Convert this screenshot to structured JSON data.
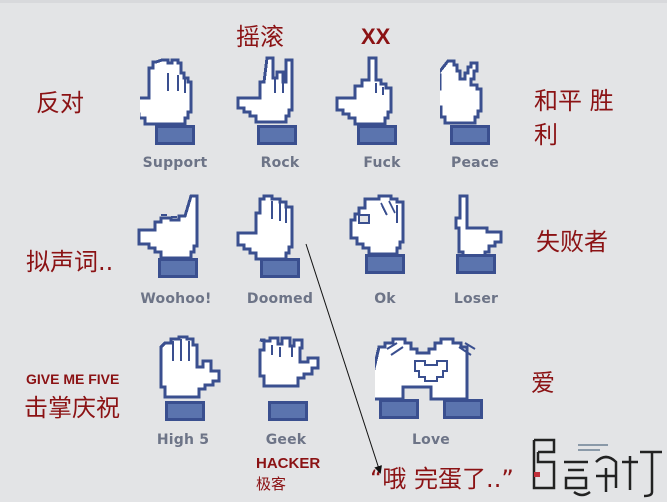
{
  "colors": {
    "background": "#e3e4e6",
    "annotation_red": "#8b1214",
    "caption_gray": "#6d7487",
    "hand_outline": "#3a4f8f",
    "cuff_blue": "#5b74ae",
    "hand_fill": "#ffffff"
  },
  "gestures": [
    {
      "label": "Support",
      "icon": "crossed-fingers-hand-icon"
    },
    {
      "label": "Rock",
      "icon": "rock-horns-hand-icon"
    },
    {
      "label": "Fuck",
      "icon": "middle-finger-hand-icon"
    },
    {
      "label": "Peace",
      "icon": "peace-sign-hand-icon"
    },
    {
      "label": "Woohoo!",
      "icon": "pinky-up-hand-icon"
    },
    {
      "label": "Doomed",
      "icon": "open-palm-hand-icon"
    },
    {
      "label": "Ok",
      "icon": "ok-sign-hand-icon"
    },
    {
      "label": "Loser",
      "icon": "l-sign-hand-icon"
    },
    {
      "label": "High 5",
      "icon": "high-five-hand-icon"
    },
    {
      "label": "Geek",
      "icon": "vulcan-salute-hand-icon"
    },
    {
      "label": "Love",
      "icon": "heart-hands-icon"
    }
  ],
  "annotations": {
    "support": "反对",
    "rock": "摇滚",
    "fuck": "XX",
    "peace_line1": "和平 胜",
    "peace_line2": "利",
    "woohoo": "拟声词..",
    "loser": "失败者",
    "high5_en": "GIVE ME FIVE",
    "high5_cn": "击掌庆祝",
    "geek_en": "HACKER",
    "geek_cn": "极客",
    "love": "爱",
    "doomed_quote": "“哦 完蛋了..”"
  },
  "watermark": {
    "icon": "site-logo-icon"
  }
}
